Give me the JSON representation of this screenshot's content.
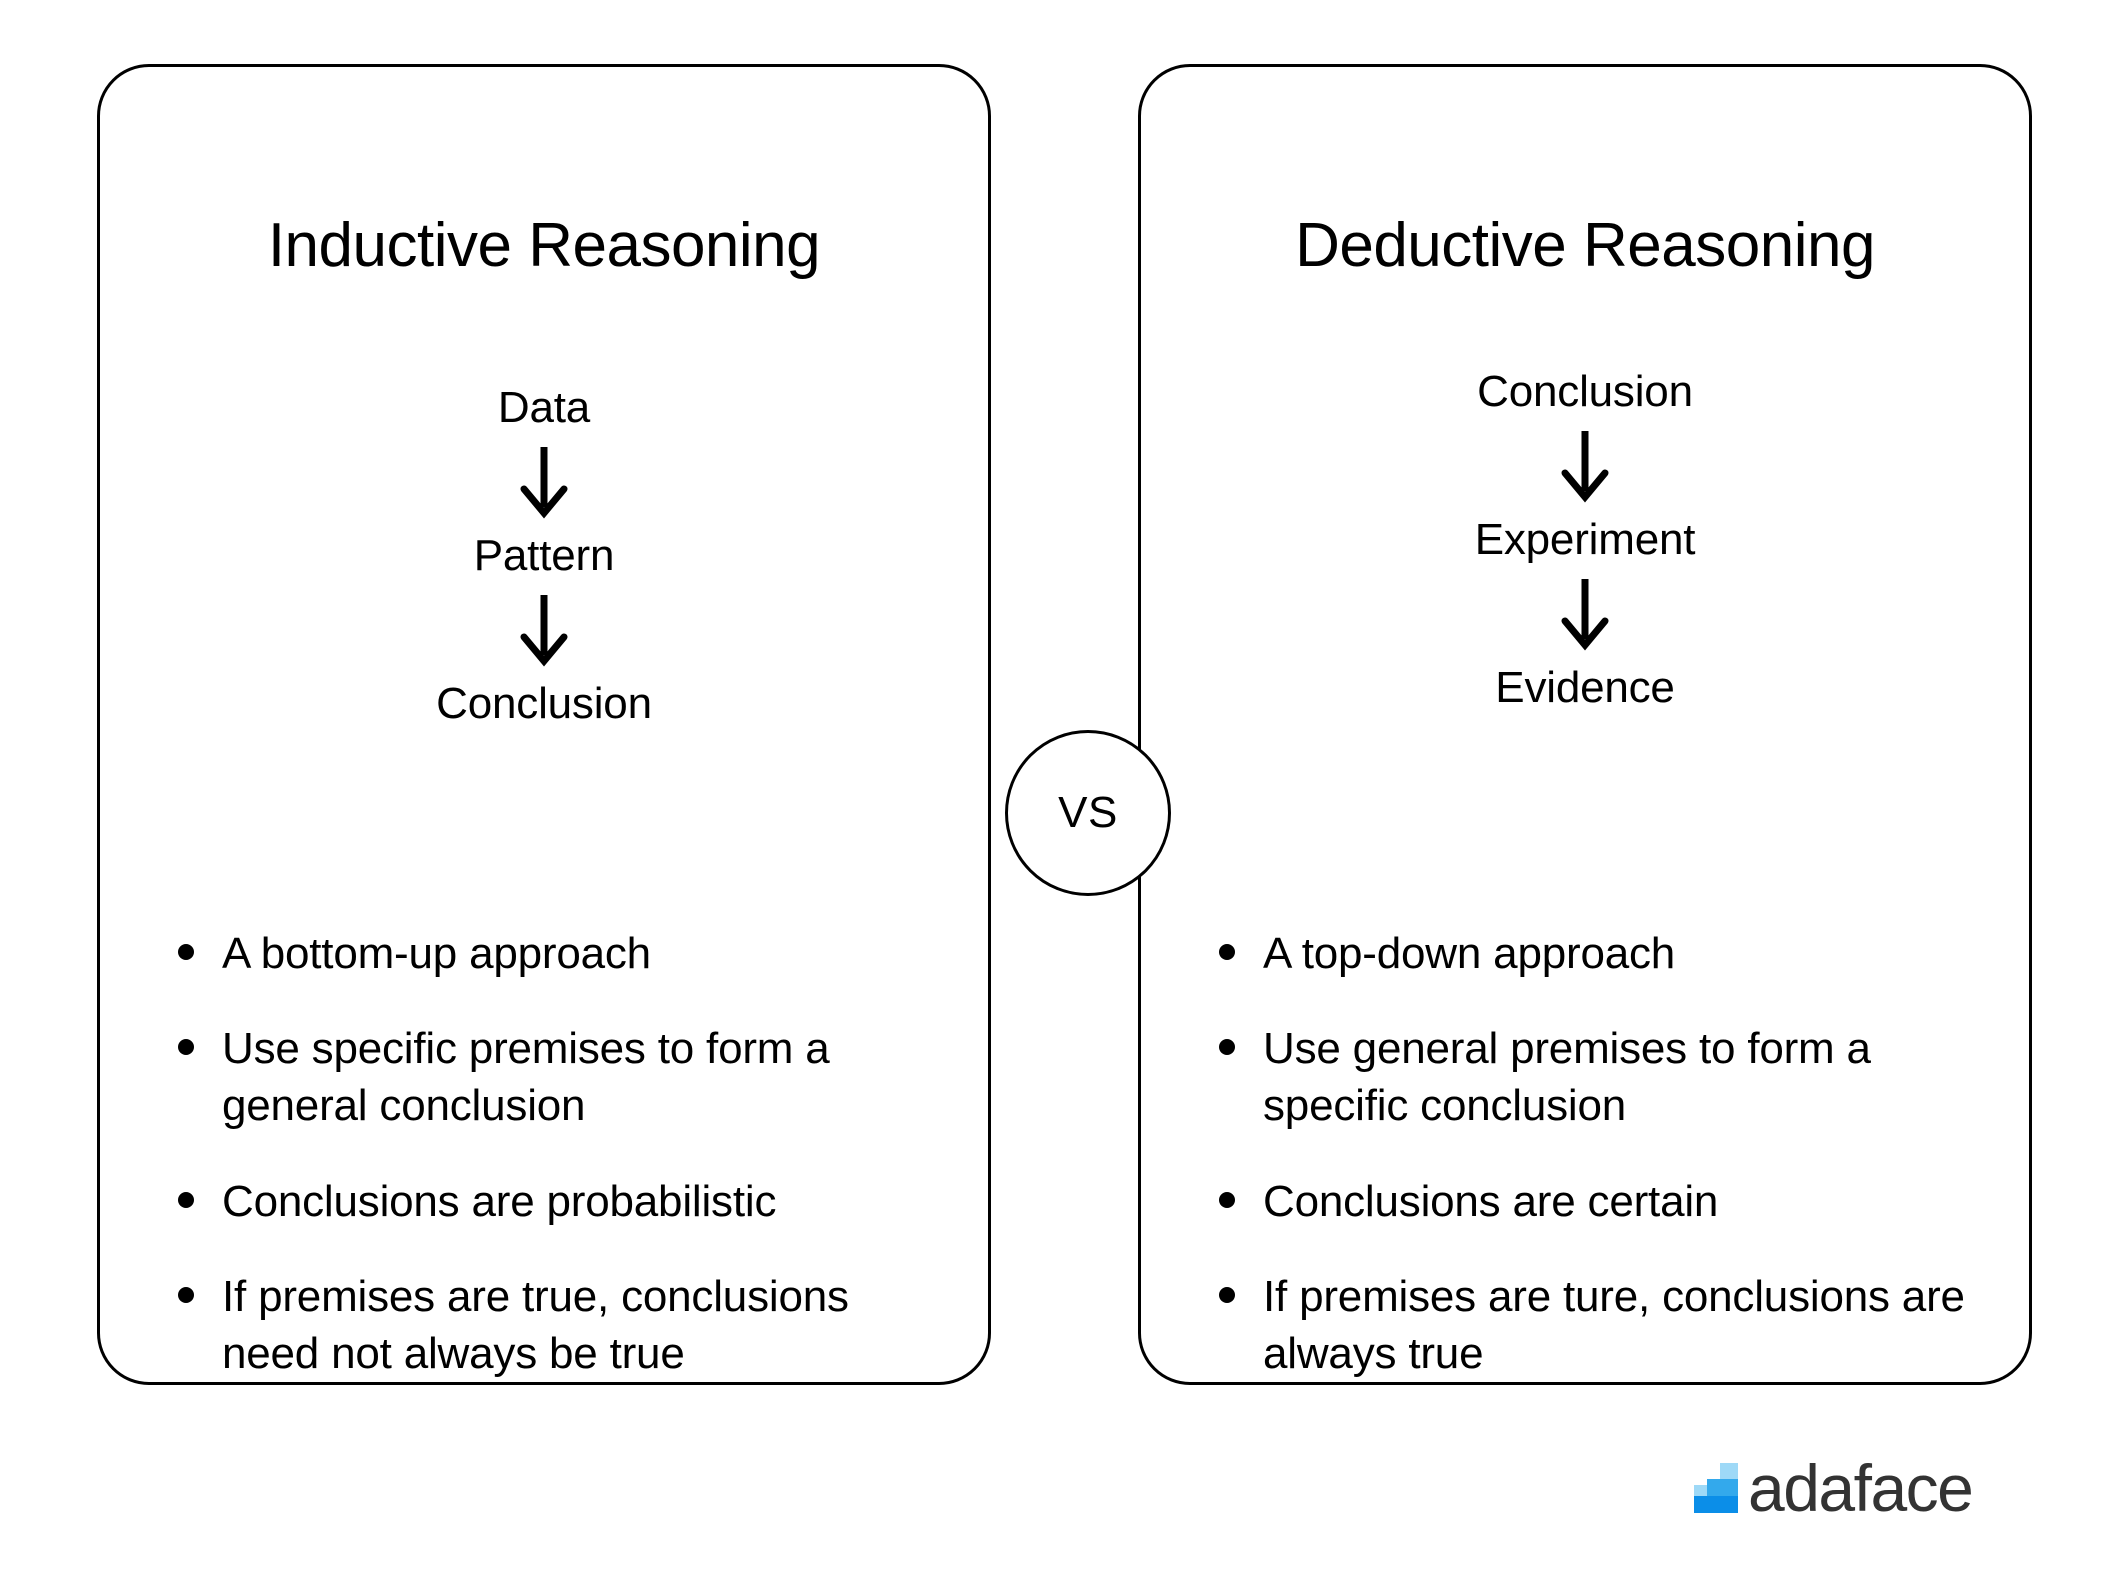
{
  "panels": [
    {
      "id": "inductive",
      "title": "Inductive Reasoning",
      "flow": [
        "Data",
        "Pattern",
        "Conclusion"
      ],
      "bullets": [
        "A bottom-up approach",
        "Use specific premises to form a general conclusion",
        "Conclusions are probabilistic",
        "If premises are true, conclusions need not always be true"
      ]
    },
    {
      "id": "deductive",
      "title": "Deductive Reasoning",
      "flow": [
        "Conclusion",
        "Experiment",
        "Evidence"
      ],
      "bullets": [
        "A top-down approach",
        "Use general premises to form a specific conclusion",
        "Conclusions are certain",
        "If premises are ture, conclusions are always true"
      ]
    }
  ],
  "comparator": {
    "label": "VS"
  },
  "branding": {
    "wordmark": "adaface",
    "mark_icon": "adaface-steps-logo",
    "colors": {
      "mark_light": "#9ed9f7",
      "mark_mid": "#33a9ec",
      "mark_dark": "#0b8ee8",
      "wordmark": "#333333"
    }
  },
  "style": {
    "stroke": "#000000",
    "background": "#ffffff"
  }
}
